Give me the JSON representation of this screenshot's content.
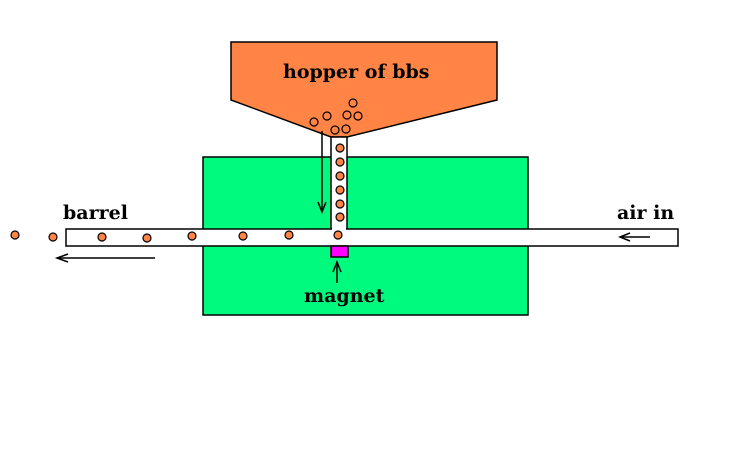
{
  "labels": {
    "hopper": "hopper of bbs",
    "barrel": "barrel",
    "air_in": "air in",
    "magnet": "magnet"
  },
  "colors": {
    "hopper": "#ff8445",
    "block": "#00fa7e",
    "magnet": "#ff00ff",
    "bb": "#ff8445",
    "stroke": "#000000",
    "tube": "#ffffff"
  }
}
